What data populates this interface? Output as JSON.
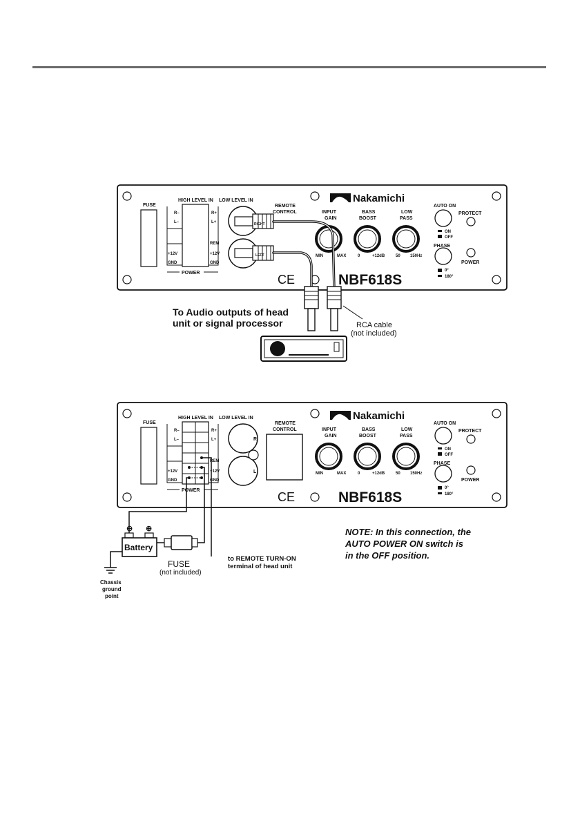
{
  "brand": "Nakamichi",
  "model": "NBF618S",
  "panel": {
    "fuse": "FUSE",
    "high_level_in": "HIGH LEVEL IN",
    "low_level_in": "LOW LEVEL IN",
    "remote_control": [
      "REMOTE",
      "CONTROL"
    ],
    "r_minus": "R–",
    "l_minus": "L–",
    "r_plus": "R+",
    "l_plus": "L+",
    "rem": "REM",
    "plus12v": "+12V",
    "gnd": "GND",
    "power": "POWER",
    "input_gain": [
      "INPUT",
      "GAIN"
    ],
    "bass_boost": [
      "BASS",
      "BOOST"
    ],
    "low_pass": [
      "LOW",
      "PASS"
    ],
    "gain_scale": [
      "MIN",
      "MAX"
    ],
    "bass_scale": [
      "0",
      "+12dB"
    ],
    "pass_scale": [
      "50",
      "150Hz"
    ],
    "auto_on": "AUTO ON",
    "on": "ON",
    "off": "OFF",
    "phase": "PHASE",
    "phase_0": "0°",
    "phase_180": "180°",
    "protect": "PROTECT",
    "power_led": "POWER",
    "ce": "CE",
    "jack_right": "RIGHT",
    "jack_left": "LEFT",
    "in_r": "R",
    "in_l": "L"
  },
  "diagram1": {
    "callout_audio": [
      "To Audio outputs of head",
      "unit or signal processor"
    ],
    "rca_cable": [
      "RCA cable",
      "(not included)"
    ]
  },
  "diagram2": {
    "battery": "Battery",
    "fuse": "FUSE",
    "fuse_note": "(not included)",
    "remote_turn_on": [
      "to REMOTE TURN-ON",
      "terminal of head unit"
    ],
    "chassis": [
      "Chassis",
      "ground",
      "point"
    ],
    "note": [
      "NOTE: In this connection, the",
      "AUTO POWER ON switch is",
      "in the OFF position."
    ]
  }
}
